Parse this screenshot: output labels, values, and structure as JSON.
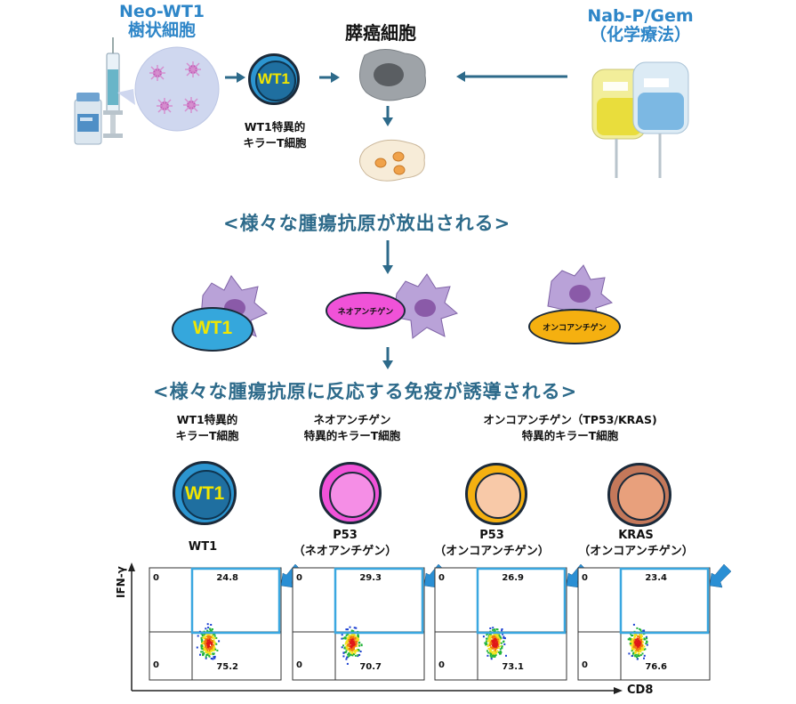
{
  "top": {
    "vaccine_title_line1": "Neo-WT1",
    "vaccine_title_line2": "樹状細胞",
    "chemo_title_line1": "Nab-P/Gem",
    "chemo_title_line2": "（化学療法）",
    "cancer_cell_title": "膵癌細胞",
    "wt1_cell_text": "WT1",
    "wt1_ctl_line1": "WT1特異的",
    "wt1_ctl_line2": "キラーT細胞"
  },
  "headings": {
    "antigen_release": "<様々な腫瘍抗原が放出される>",
    "immune_induction": "<様々な腫瘍抗原に反応する免疫が誘導される>"
  },
  "antigens": {
    "wt1": "WT1",
    "neo": "ネオアンチゲン",
    "onco": "オンコアンチゲン"
  },
  "ctl_types": [
    {
      "line1": "WT1特異的",
      "line2": "キラーT細胞"
    },
    {
      "line1": "ネオアンチゲン",
      "line2": "特異的キラーT細胞"
    },
    {
      "line1": "オンコアンチゲン（TP53/KRAS)",
      "line2": "特異的キラーT細胞"
    }
  ],
  "cells_row": {
    "wt1_text": "WT1",
    "colors": {
      "wt1": "#2c95d0",
      "neo": "#f052d8",
      "p53_onco": "#f7c080",
      "kras": "#e3916e"
    }
  },
  "panels": [
    {
      "label_line1": "WT1",
      "label_line2": "",
      "upper_pct": "24.8",
      "lower_pct": "75.2",
      "zero_top": "0",
      "zero_bottom": "0"
    },
    {
      "label_line1": "P53",
      "label_line2": "（ネオアンチゲン）",
      "upper_pct": "29.3",
      "lower_pct": "70.7",
      "zero_top": "0",
      "zero_bottom": "0"
    },
    {
      "label_line1": "P53",
      "label_line2": "（オンコアンチゲン）",
      "upper_pct": "26.9",
      "lower_pct": "73.1",
      "zero_top": "0",
      "zero_bottom": "0"
    },
    {
      "label_line1": "KRAS",
      "label_line2": "（オンコアンチゲン）",
      "upper_pct": "23.4",
      "lower_pct": "76.6",
      "zero_top": "0",
      "zero_bottom": "0"
    }
  ],
  "axes": {
    "y_label": "IFN-γ",
    "x_label": "CD8"
  },
  "colors": {
    "accent_blue": "#2e86c8",
    "heading_teal": "#2d6a8a",
    "arrow": "#2d6a8a",
    "gate_box": "#3aa7e0"
  }
}
